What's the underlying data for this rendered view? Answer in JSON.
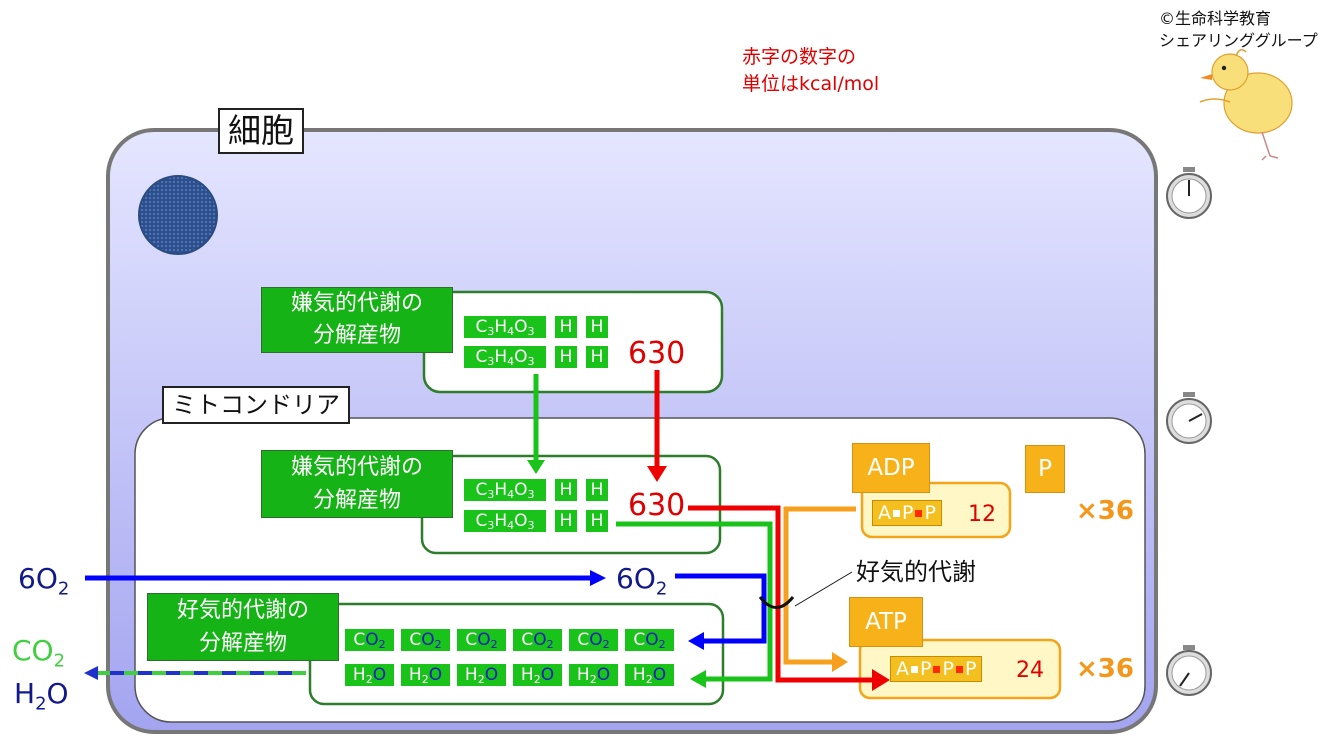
{
  "credit": {
    "line1": "©生命科学教育",
    "line2": "シェアリンググループ"
  },
  "note": {
    "line1": "赤字の数字の",
    "line2": "単位はkcal/mol"
  },
  "labels": {
    "cell": "細胞",
    "mitochondria": "ミトコンドリア",
    "anaerobic_products": "嫌気的代謝の分解産物",
    "aerobic_products": "好気的代謝の分解産物",
    "aerobic_metabolism": "好気的代謝"
  },
  "molecules": {
    "pyruvate": "C3H4O3",
    "h": "H",
    "co2": "CO2",
    "h2o": "H2O",
    "o2_in": "6O2"
  },
  "energy": {
    "glycolysis": "630",
    "mito": "630",
    "adp_energy": "12",
    "atp_energy": "24"
  },
  "atp": {
    "adp_label": "ADP",
    "atp_label": "ATP",
    "p_label": "P",
    "multiplier": "×36",
    "a": "A",
    "p": "P"
  },
  "outputs": {
    "co2": "CO2",
    "h2o": "H2O"
  },
  "colors": {
    "cell_fill": "#bfc0f7",
    "green": "#19c319",
    "red_arrow": "#ff0000",
    "blue_arrow": "#0000ff",
    "orange_arrow": "#f7a01e",
    "atp_yellow": "#f4c020",
    "navy": "#121a8a"
  }
}
